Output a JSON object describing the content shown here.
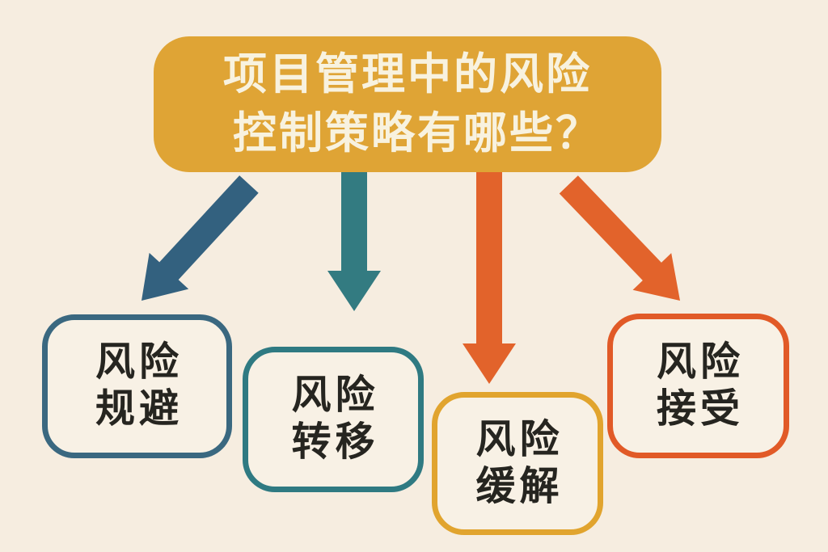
{
  "title": {
    "line1": "项目管理中的风险",
    "line2": "控制策略有哪些？"
  },
  "strategies": [
    {
      "id": "risk-avoidance",
      "lines": [
        "风险",
        "规避"
      ]
    },
    {
      "id": "risk-transfer",
      "lines": [
        "风险",
        "转移"
      ]
    },
    {
      "id": "risk-mitigation",
      "lines": [
        "风险",
        "缓解"
      ]
    },
    {
      "id": "risk-acceptance",
      "lines": [
        "风险",
        "接受"
      ]
    }
  ],
  "colors": {
    "background": "#F6EDE0",
    "box_fill": "#F8F1E5",
    "title_bg": "#DFA435",
    "title_text": "#F8F2DF",
    "label_text": "#262520",
    "arrow_blue": "#33617F",
    "arrow_teal": "#337B81",
    "arrow_orange": "#E2632B",
    "border_blue": "#3A6880",
    "border_teal": "#2F7A82",
    "border_gold": "#E1A42E",
    "border_orange": "#E15A27"
  }
}
